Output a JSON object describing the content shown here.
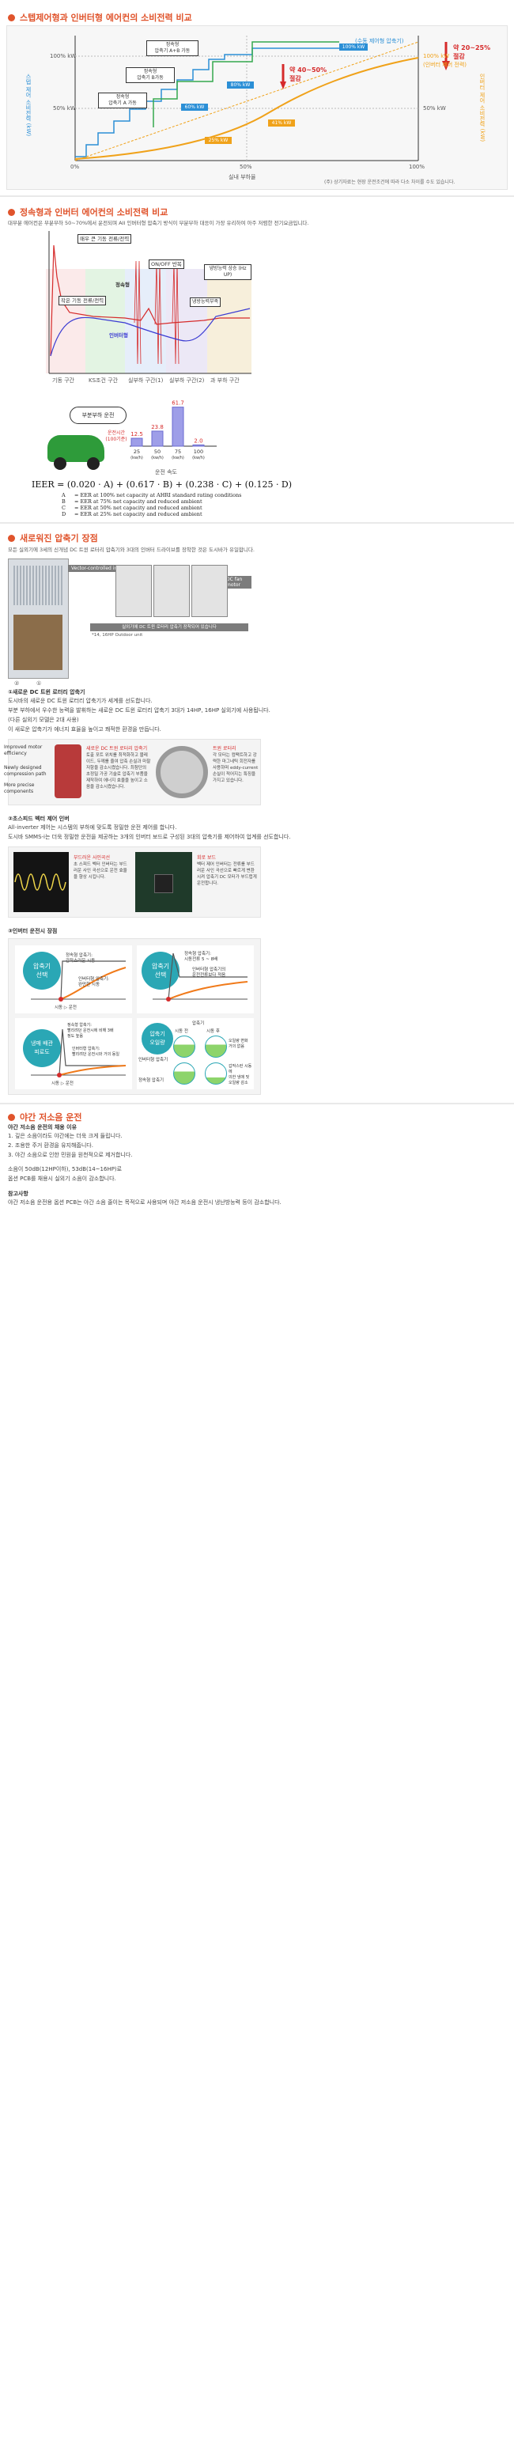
{
  "section1": {
    "title": "스텝제어형과 인버터형 에어컨의 소비전력 비교",
    "left_axis_label": "스텝 제어 소비전력 (kW)",
    "right_axis_label": "인버터 제어 소비전력 (kW)",
    "y_left_top": "100% kW",
    "y_left_mid": "50% kW",
    "y_right_top": "100% kW",
    "y_right_top_sub": "(인버터 제어 전력)",
    "y_right_mid": "50% kW",
    "x_ticks": [
      "0%",
      "50%",
      "100%"
    ],
    "x_axis_label": "실내 부하율",
    "box_a": "정속형\n압축기 A+B 가동",
    "box_b": "정속형\n압축기 B가동",
    "box_c": "정속형\n압축기 A 가동",
    "legend_top": "(수동 제어형 압축기)",
    "tags": [
      "100% kW",
      "80% kW",
      "60% kW",
      "41% kW",
      "25% kW"
    ],
    "callout_left": "약 40~50% 절감",
    "callout_right": "약 20~25% 절감",
    "footnote": "(주) 상기자료는 현장 운전조건에 따라 다소 차이를 수도 있습니다."
  },
  "section2": {
    "title": "정속형과 인버터 에어컨의 소비전력 비교",
    "intro": "대부분 에어컨은 부분부하 50~70%에서 운전되며 AII 인버터형 압축기 방식이 부분부하 대응이 가장 유리하여 아주 저렴한 전기요금입니다.",
    "label_startup": "매우 큰 기동 전류/전력",
    "label_onoff": "ON/OFF 반복",
    "label_fixed": "정속형",
    "label_small": "작은 기동 전류/전력",
    "label_inverter": "인버터형",
    "label_cooling": "냉방능력 상승 (Hz UP)",
    "label_heat": "냉방능력부족",
    "phases": [
      "기동 구간",
      "KS조건 구간",
      "실부하 구간(1)",
      "실부하 구간(2)",
      "과 부하 구간"
    ],
    "bubble": "부분부하 운전",
    "car_label": "운전시간\n(100기준)",
    "x_axis_label": "운전 속도",
    "formula": "IEER = (0.020 · A) + (0.617 · B) + (0.238 · C) + (0.125 · D)",
    "defs": [
      {
        "k": "A",
        "v": "EER at 100% net capacity at AHRI standard rating conditions"
      },
      {
        "k": "B",
        "v": "EER at 75% net capacity and reduced ambient"
      },
      {
        "k": "C",
        "v": "EER at 50% net capacity and reduced ambient"
      },
      {
        "k": "D",
        "v": "EER at 25% net capacity and reduced ambient"
      }
    ]
  },
  "chart_data": {
    "type": "bar",
    "categories": [
      "25\n(kw/h)",
      "50\n(kw/h)",
      "75\n(kw/h)",
      "100\n(kw/h)"
    ],
    "values": [
      12.5,
      23.8,
      61.7,
      2.0
    ],
    "ylim": [
      0,
      70
    ],
    "xlabel": "운전 속도",
    "ylabel": ""
  },
  "section3": {
    "title": "새로워진 압축기 장점",
    "intro": "모든 실외기에 3세의 신개념 DC 트윈 로터리 압축기와 3대의 인버터 드라이브를 장착한 것은 도시바가 유일합니다.",
    "vci_label": "Vector-controlled inverter",
    "dc_fan": "DC fan motor",
    "bottom_bar": "실외기에 DC 트윈 로터리 압축기 장착되어 있습니다",
    "note": "*14, 16HP Outdoor unit",
    "markers": [
      "②",
      "①"
    ],
    "sub1_title": "①새로운 DC 트윈 로터리 압축기",
    "sub1_lines": [
      "도시바의 새로운 DC 트윈 로터리 압축기가 세계를 선도합니다.",
      "부분 부하에서 우수한 능력을 발휘하는 새로운 DC 트윈 로터리 압축기 3대가 14HP, 16HP 실외기에 사용됩니다.",
      "(다른 실외기 모델은 2대 사용)",
      "이 새로운 압축기가 에너지 효율을 높이고 쾌적한 환경을 만듭니다."
    ],
    "comp_labels": [
      "Improved motor efficiency",
      "Newly designed compression path",
      "More precise components"
    ],
    "comp_head": "새로운 DC 트윈 로터리 압축기",
    "comp_body": "토출 포트 위치를 최적화하고 블레이드, 두께를 줄여 압축 손실과 마찰 저항을 감소시켰습니다. 최첨단의 초정밀 가공 기술로 압축기 부품을 제작하여 에너지 효율을 높이고 소음을 감소시켰습니다.",
    "rotor_head": "트윈 로터리",
    "rotor_body": "각 모터는 컴팩트하고 강력한 마그네틱 회전자를 사용하며 eddy-current 손실이 적어지는 특징을 가지고 있습니다.",
    "sub2_title": "②초스피드 벡터 제어 인버",
    "sub2_lines": [
      "All-inverter 제어는 시스템의 부하에 맞도록 정밀한 운전 제어를 합니다.",
      "도시바 SMMS-i는 더욱 정밀한 운전을 제공하는 3개의 인버터 보드로 구성된 3대의 압축기를 제어하여 업계를 선도합니다."
    ],
    "wave_head": "부드러운 사인곡선",
    "wave_body": "초 스피드 벡터 인버터는 부드러운 사인 곡선으로 운전 효율을 향상 시킵니다.",
    "pcb_head": "회로 보드",
    "pcb_body": "벡터 제어 인버터는 전류를 부드러운 사인 곡선으로 빠르게 변환시켜 압축기 DC 모터가 부드럽게 운전합니다.",
    "sub3_title": "③인버터 운전시 장점",
    "p1_circle": "압축기\n선택",
    "p1_a": "정속형 압축기:\n갑작스러운 시동",
    "p1_b": "인버터형 압축기:\n완만한 시동",
    "p1_x": "시동 ▷ 운전",
    "p2_circle": "압축기\n선택",
    "p2_a": "정속형 압축기:\n시동전류 5 ~ 8배",
    "p2_b": "인버터형 압축기의\n운전전류보다 적음",
    "p3_circle": "냉매 배관\n피로도",
    "p3_a": "정속형 압축기:\n빨리려던 운전시에 비해 3배\n정도 높음",
    "p3_b": "인버터형 압축기:\n빨리려던 운전시와 거의 동일",
    "p3_x": "시동 ▷ 운전",
    "p4_circle": "압축기\n오일량",
    "p4_head": "압축기",
    "p4_cols": [
      "시동 전",
      "시동 후"
    ],
    "p4_rows": [
      "인버터형 압축기",
      "정속형 압축기"
    ],
    "p4_note1": "오일량 변화\n거의 없음",
    "p4_note2": "갑작스런 시동에\n의한 냉매 및\n오일량 감소"
  },
  "section4": {
    "title": "야간 저소음 운전",
    "head1": "야간 저소음 운전의 채용 이유",
    "lines1": [
      "1. 깊은 소음이라도 야간에는 더욱 크게 들립니다.",
      "2. 조용한 주거 환경을 유지해줍니다.",
      "3. 야간 소음으로 인한 민원을 원천적으로 제거합니다."
    ],
    "line2": "소음이 50dB(12HP이하), 53dB(14~16HP)로",
    "line3": "옵션 PCB를 채용시 실외기 소음이 감소합니다.",
    "head2": "참고사항",
    "line4": "야간 저소음 운전용 옵션 PCB는 야간 소음 줄이는 목적으로 사용되며 야간 저소음 운전시 냉난방능력 등이 감소합니다."
  }
}
